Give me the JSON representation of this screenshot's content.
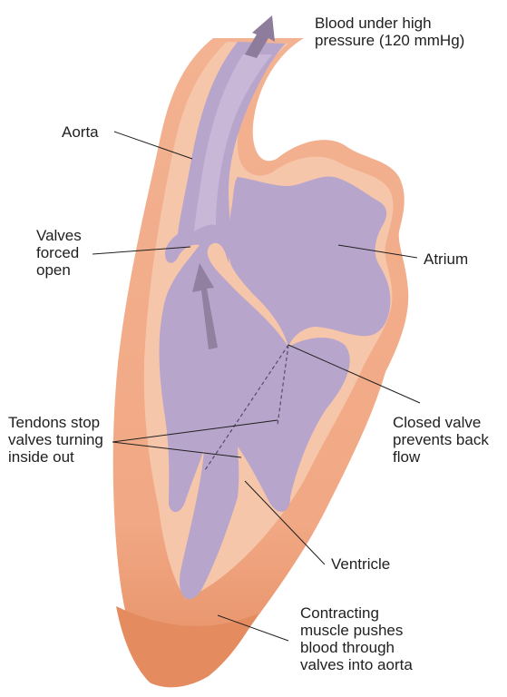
{
  "labels": {
    "high_pressure": "Blood under high\npressure (120 mmHg)",
    "aorta": "Aorta",
    "valves_forced_open": "Valves\nforced\nopen",
    "atrium": "Atrium",
    "tendons": "Tendons stop\nvalves turning\ninside out",
    "closed_valve": "Closed valve\nprevents back\nflow",
    "ventricle": "Ventricle",
    "contracting_muscle": "Contracting\nmuscle pushes\nblood through\nvalves into aorta"
  },
  "colors": {
    "muscle": "#f0a884",
    "muscle_dark": "#e08a5f",
    "inner_wall": "#f6c8b0",
    "blood": "#b4a0c8",
    "blood_light": "#cbbdd9",
    "arrow": "#8a7a96",
    "line": "#1f1f1f"
  }
}
